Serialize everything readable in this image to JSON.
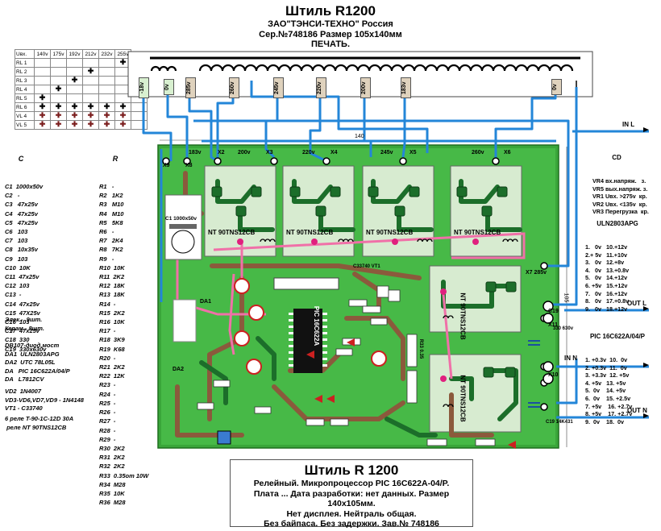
{
  "header": {
    "title": "Штиль R1200",
    "company": "ЗАО\"ТЭНСИ-ТЕХНО\" Россия",
    "serial": "Сер.№748186  Размер 105х140мм",
    "print": "ПЕЧАТЬ."
  },
  "relay_table": {
    "header": [
      "Uвх.",
      "140v",
      "175v",
      "192v",
      "212v",
      "232v",
      "255v"
    ],
    "rows": [
      {
        "label": "RL 1",
        "marks": [
          "",
          "",
          "",
          "",
          "",
          "black",
          ""
        ]
      },
      {
        "label": "RL 2",
        "marks": [
          "",
          "",
          "",
          "black",
          "",
          "",
          ""
        ]
      },
      {
        "label": "RL 3",
        "marks": [
          "",
          "",
          "black",
          "",
          "",
          "",
          ""
        ]
      },
      {
        "label": "RL 4",
        "marks": [
          "",
          "black",
          "",
          "",
          "",
          "",
          ""
        ]
      },
      {
        "label": "RL 5",
        "marks": [
          "black",
          "",
          "",
          "",
          "",
          "",
          ""
        ]
      },
      {
        "label": "RL 6",
        "marks": [
          "black",
          "black",
          "black",
          "black",
          "black",
          "black",
          ""
        ]
      },
      {
        "label": "VL 4",
        "marks": [
          "red",
          "red",
          "red",
          "red",
          "red",
          "red",
          ""
        ]
      },
      {
        "label": "VL 5",
        "marks": [
          "red",
          "red",
          "red",
          "red",
          "red",
          "red",
          ""
        ]
      }
    ]
  },
  "c_list": {
    "title": "C",
    "items": [
      "C1  1000x50v",
      "C2   -",
      "C3   47x25v",
      "C4   47x25v",
      "C5   47x25v",
      "C6   103",
      "C7   103",
      "C8   10x35v",
      "C9   103",
      "C10  10K",
      "C11  47x25v",
      "C12  103",
      "C13  -",
      "C14  47x25v",
      "C15  47X25v",
      "C16  103",
      "C17  47x25v",
      "C18  330",
      "C19  330x630v"
    ]
  },
  "r_list": {
    "title": "R",
    "items": [
      "R1   -",
      "R2   1K2",
      "R3   M10",
      "R4   M10",
      "R5   5K8",
      "R6   -",
      "R7   2K4",
      "R8   7K2",
      "R9   -",
      "R10  10K",
      "R11  2K2",
      "R12  18K",
      "R13  18K",
      "R14  -",
      "R15  2K2",
      "R16  10K",
      "R17  -",
      "R18  3K9",
      "R19  K68",
      "R20  -",
      "R21  2K2",
      "R22  12K",
      "R23  -",
      "R24  -",
      "R25  -",
      "R26  -",
      "R27  -",
      "R28  -",
      "R29  -",
      "R30  2K2",
      "R31  2K2",
      "R32  2K2",
      "R33  0.35om 10W",
      "R34  M28",
      "R35  10K",
      "R36  M28"
    ]
  },
  "misc": {
    "elek": "Элек.-  9шт.",
    "keram": "Керам.- 8шт.",
    "db": "DB107-диод.мост",
    "da1": "DA1  ULN2803APG",
    "da2": "DA2  UTC 78L05L",
    "da": "DA   PIC 16C622A/04/P",
    "da3": "DA   L7812CV",
    "vd2": "VD2  1N4007",
    "vd3": "VD3-VD6,VD7,VD9 - 1N4148",
    "vt1": "VT1 - C33740",
    "relays1": "6 реле T-90-1C-12D 30A",
    "relays2": " реле NT 90TNS12CB"
  },
  "cd_table": {
    "title": "CD",
    "rows": [
      "VR4 вх.напряж.   з.",
      "VR5 вых.напряж. з.",
      "VR1 Uвх. >275v  кр.",
      "VR2 Uвх. <135v  кр.",
      "VR3 Перегрузка  кр."
    ]
  },
  "uln": {
    "title": "ULN2803APG",
    "rows": [
      "1.   0v   10.+12v",
      "2.+ 5v   11.+10v",
      "3.   0v   12.+8v",
      "4.   0v   13.+0.8v",
      "5.   0v   14.+12v",
      "6. +5v   15.+12v",
      "7.   0v   16.+12v",
      "8.   0v   17.+0.8v",
      "9.   0v   18.+12v"
    ]
  },
  "pic": {
    "title": "PIC 16C622A/04/P",
    "rows": [
      "1. +0.3v  10.  0v",
      "2. +0.3v  11.  0v",
      "3. +3.3v  12. +5v",
      "4. +5v   13. +5v",
      "5.  0v    14. +5v",
      "6.  0v    15. +2.5v",
      "7. +5v    16. +2.7v",
      "8. +5v    17. +2.7v",
      "9.  0v    18.  0v"
    ]
  },
  "wire_labels": {
    "in_l": "IN L",
    "out_l": "OUT L",
    "in_n": "IN N",
    "out_n": "OUT N",
    "dim_140": "140",
    "dim_105": "105"
  },
  "taps": [
    "-18v",
    "0v",
    "285v",
    "260v",
    "245v",
    "220v",
    "200v",
    "183v",
    "0v"
  ],
  "board_labels": {
    "x2": "X2",
    "x3": "X3",
    "x4": "X4",
    "x5": "X5",
    "x6": "X6",
    "x7": "X7 285v",
    "x8": "X8",
    "x9": "X9",
    "x10": "X10",
    "x11": "X11",
    "v183": "183v",
    "v200": "200v",
    "v220": "220v",
    "v245": "245v",
    "v260": "260v",
    "relay": "NT 90TNS12CB",
    "relay_v": "NT 90TNS12CB",
    "c1": "C1 1000x50v",
    "c19a": "C19",
    "c19b": "330 630v",
    "c19c": "C19 14K431",
    "da1": "DA1",
    "da2": "DA2",
    "vt1": "C33740 VT1",
    "pic": "PIC 16C622A",
    "r33": "R33 0.35"
  },
  "footer": {
    "title": "Штиль R 1200",
    "l2": "Релейный. Микропроцессор PIC 16C622A-04/P.",
    "l3": "Плата ...  Дата разработки: нет данных. Размер 140х105мм.",
    "l4": "Нет дисплея. Нейтраль общая.",
    "l5": "Без байпаса. Без задержки. Зав.№ 748186"
  }
}
